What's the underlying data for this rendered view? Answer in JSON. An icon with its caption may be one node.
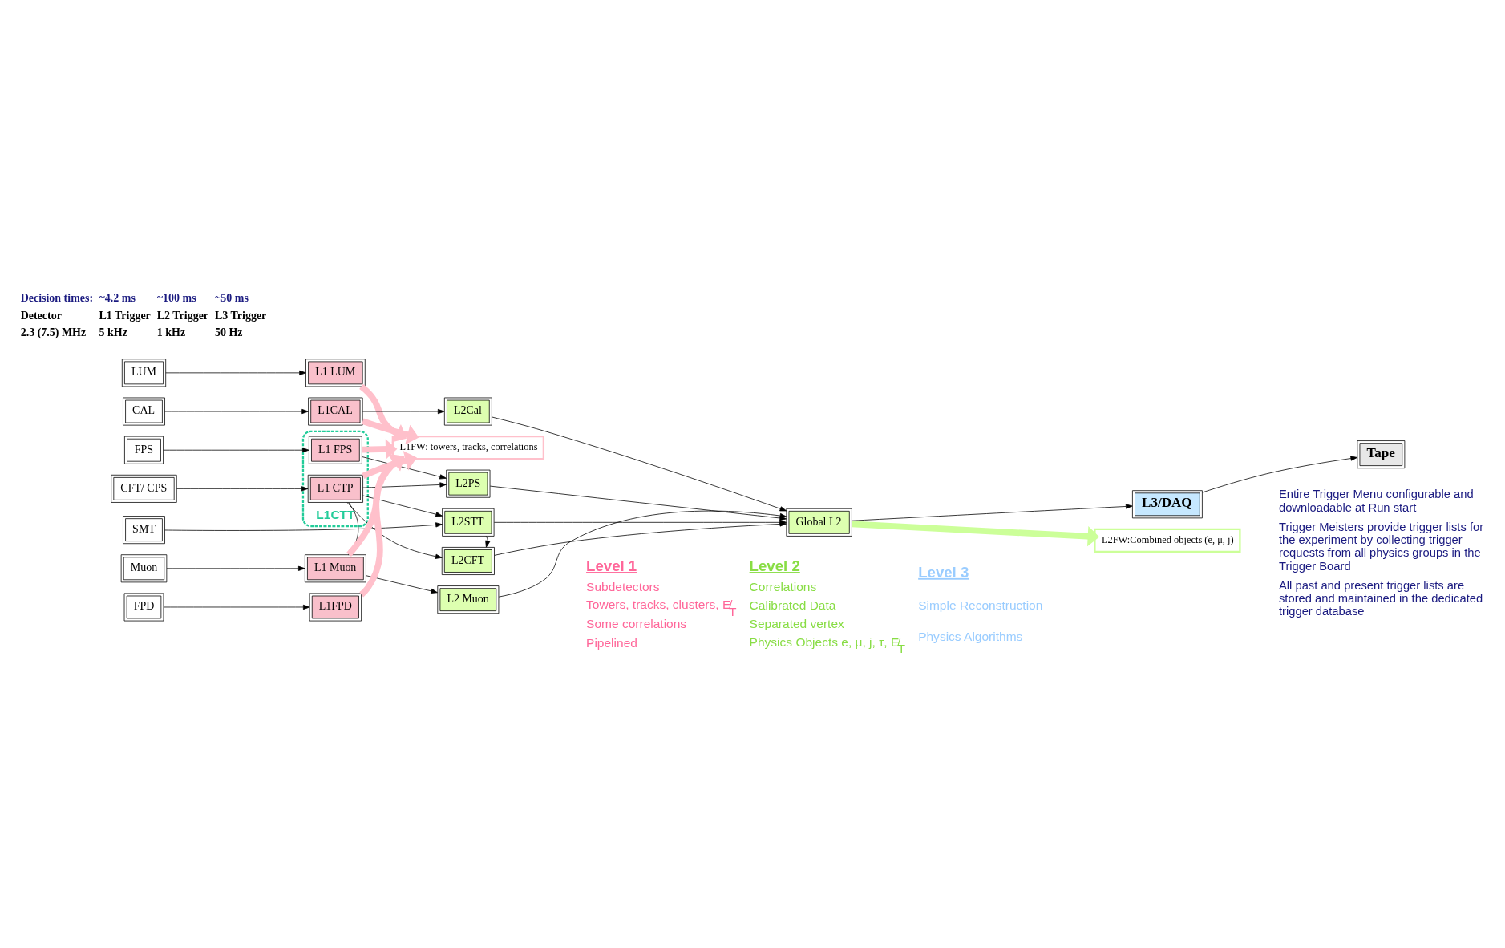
{
  "diagram": {
    "nodes": [
      {
        "text": [
          "LUM"
        ]
      },
      {
        "text": [
          "CAL"
        ]
      },
      {
        "text": [
          "FPS"
        ]
      },
      {
        "text": [
          "CFT/ CPS"
        ]
      },
      {
        "text": [
          "SMT"
        ]
      },
      {
        "text": [
          "Muon"
        ]
      },
      {
        "text": [
          "FPD"
        ]
      },
      {
        "text": [
          "L1CTT"
        ]
      },
      {
        "text": [
          "L1 LUM"
        ]
      },
      {
        "text": [
          "L1CAL"
        ]
      },
      {
        "text": [
          "L1 FPS"
        ],
        "in": 7
      },
      {
        "text": [
          "L1 CTP"
        ],
        "in": 7
      },
      {
        "text": [
          "L1 Muon"
        ]
      },
      {
        "text": [
          "L1FPD"
        ]
      },
      {
        "text": [
          "L2Cal"
        ]
      },
      {
        "text": [
          "L2PS"
        ]
      },
      {
        "text": [
          "L2CFT"
        ]
      },
      {
        "text": [
          "L2STT"
        ]
      },
      {
        "text": [
          "L2 Muon"
        ]
      },
      {
        "text": [
          "Global L2"
        ]
      },
      {
        "text": [
          "L3/DAQ"
        ]
      },
      {
        "text": [
          "Tape"
        ]
      },
      {
        "text": [
          "L1FW: towers, tracks, correlations"
        ]
      },
      {
        "text": [
          "L2FW:Combined objects (e, μ, j)"
        ]
      }
    ],
    "edges": [
      {
        "from": 0,
        "to": 8,
        "arrow": "to"
      },
      {
        "from": 1,
        "to": 9,
        "arrow": "to"
      },
      {
        "from": 2,
        "to": 10,
        "arrow": "to"
      },
      {
        "from": 3,
        "to": 11,
        "arrow": "to"
      },
      {
        "from": 4,
        "to": 17,
        "arrow": "to"
      },
      {
        "from": 5,
        "to": 12,
        "arrow": "to"
      },
      {
        "from": 6,
        "to": 13,
        "arrow": "to"
      },
      {
        "from": 9,
        "to": 14,
        "arrow": "to"
      },
      {
        "from": 10,
        "to": 15,
        "arrow": "to"
      },
      {
        "from": 11,
        "to": 16,
        "arrow": "to"
      },
      {
        "from": 11,
        "to": 15,
        "arrow": "to"
      },
      {
        "from": 11,
        "to": 17,
        "arrow": "to"
      },
      {
        "from": 11,
        "to": 12,
        "arrow": "to"
      },
      {
        "from": 12,
        "to": 18,
        "arrow": "to"
      },
      {
        "from": 17,
        "to": 16,
        "arrow": "to"
      },
      {
        "from": 14,
        "to": 19,
        "arrow": "to"
      },
      {
        "from": 15,
        "to": 19,
        "arrow": "to"
      },
      {
        "from": 16,
        "to": 19,
        "arrow": "to"
      },
      {
        "from": 17,
        "to": 19,
        "arrow": "to"
      },
      {
        "from": 18,
        "to": 19,
        "arrow": "to"
      },
      {
        "from": 19,
        "to": 20,
        "arrow": "to"
      },
      {
        "from": 20,
        "to": 21,
        "arrow": "to"
      },
      {
        "from": 8,
        "to": 22,
        "arrow": "to",
        "style": "thick",
        "color": "#ffc0cb"
      },
      {
        "from": 9,
        "to": 22,
        "arrow": "to",
        "style": "thick",
        "color": "#ffc0cb"
      },
      {
        "from": 10,
        "to": 22,
        "arrow": "to",
        "style": "thick",
        "color": "#ffc0cb"
      },
      {
        "from": 11,
        "to": 22,
        "arrow": "to",
        "style": "thick",
        "color": "#ffc0cb"
      },
      {
        "from": 12,
        "to": 22,
        "arrow": "to",
        "style": "thick",
        "color": "#ffc0cb"
      },
      {
        "from": 13,
        "to": 22,
        "arrow": "to",
        "style": "thick",
        "color": "#ffc0cb"
      },
      {
        "from": 19,
        "to": 23,
        "arrow": "to",
        "style": "thick",
        "color": "#ccff99"
      }
    ],
    "labels": [
      "Decision times:",
      "~4.2 ms",
      "~100 ms",
      "~50 ms",
      "Detector",
      "L1 Trigger",
      "L2 Trigger",
      "L3 Trigger",
      "2.3 (7.5) MHz",
      "5 kHz",
      "1 kHz",
      "50 Hz",
      "Level 1",
      "Subdetectors",
      "Towers, tracks, clusters, E̸$_{T}$",
      "Some correlations",
      "Pipelined",
      "Level 2",
      "Correlations",
      "Calibrated Data",
      "Separated vertex",
      "Physics Objects e, μ, j, τ, E̸$_{T}$",
      "Level 3",
      "Simple Reconstruction",
      "Physics Algorithms",
      "Entire Trigger Menu configurable and downloadable at Run start",
      "Trigger Meisters provide trigger lists for the experiment by collecting trigger requests from all physics groups in the Trigger Board",
      "All past and present trigger lists are stored and maintained in the dedicated trigger database"
    ]
  }
}
